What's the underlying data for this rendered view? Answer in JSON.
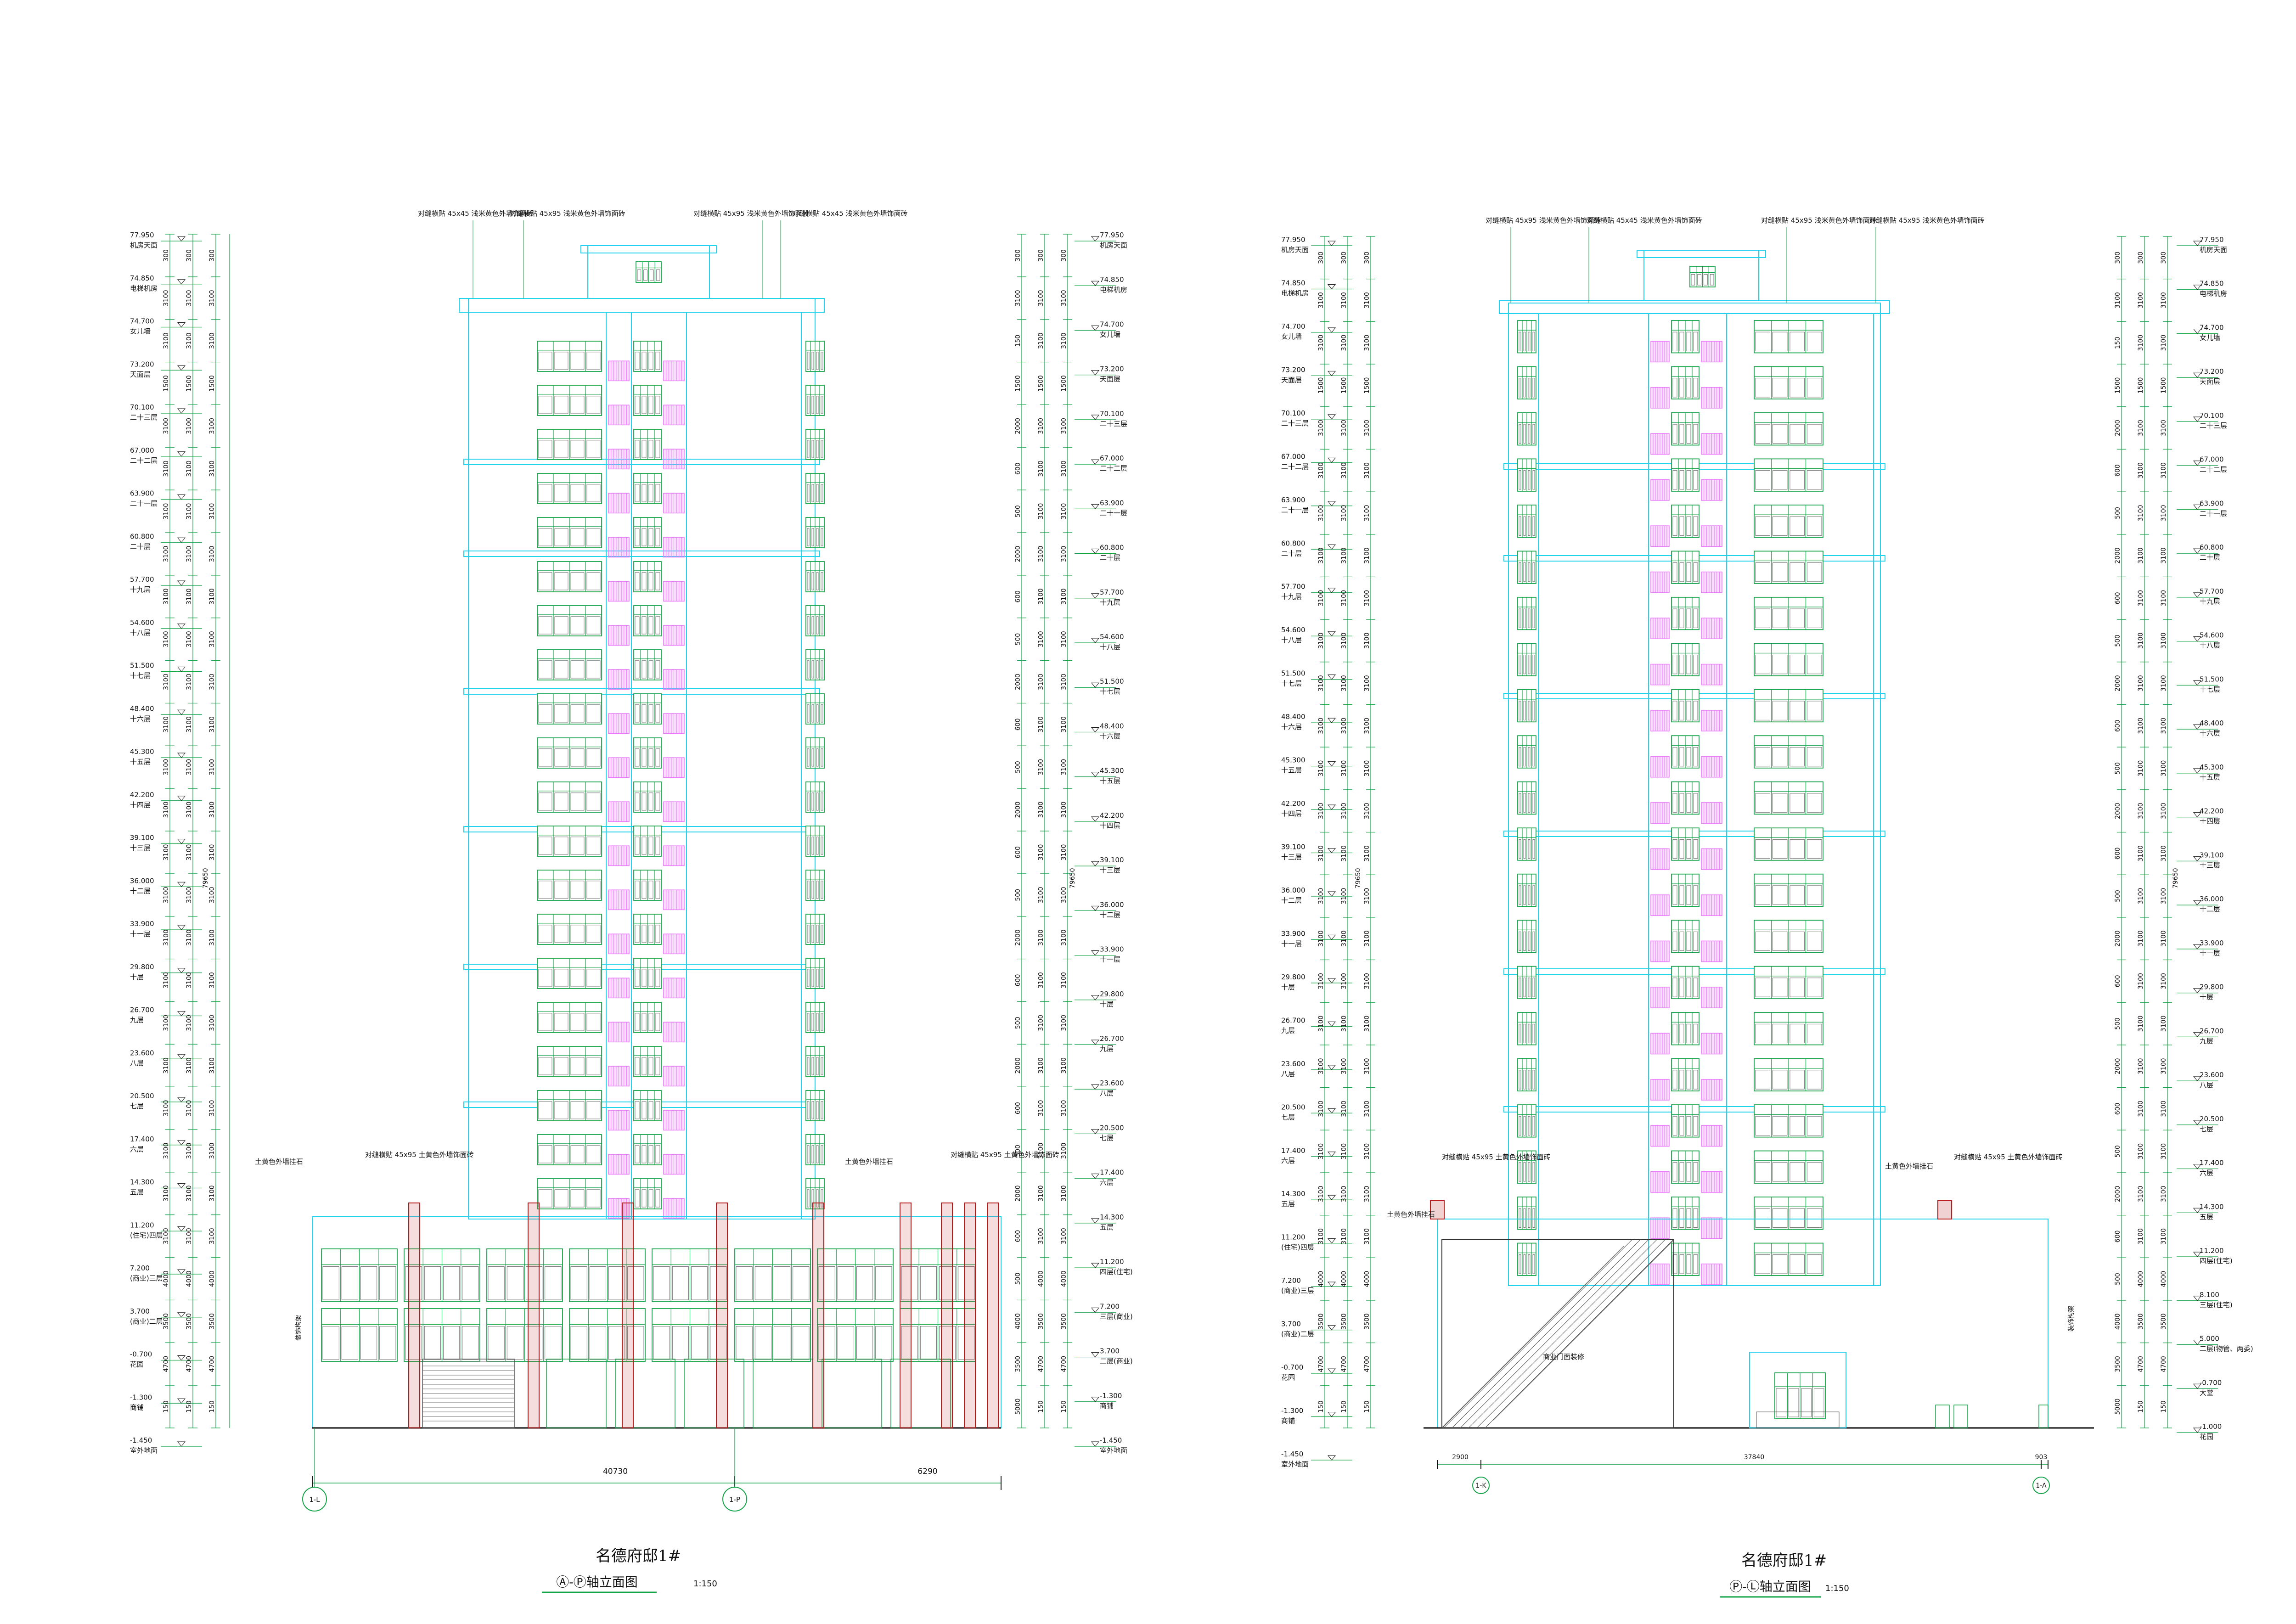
{
  "colors": {
    "structure": "#22d3ee",
    "window": "#16a34a",
    "balcony": "#e879f9",
    "dimension": "#16a34a",
    "stone": "#b91c1c",
    "text": "#111111"
  },
  "left_drawing": {
    "title": "名德府邸1#",
    "subtitle": "Ⓐ-Ⓟ轴立面图",
    "scale": "1:150",
    "axis_start": "1-L",
    "axis_end": "1-P",
    "dim_a": "40730",
    "dim_b": "6290",
    "total_height": "79650",
    "annotations": [
      "对缝横贴 45x45 浅米黄色外墙饰面砖",
      "对缝横贴 45x95 浅米黄色外墙饰面砖",
      "对缝横贴 45x95 浅米黄色外墙饰面砖",
      "对缝横贴 45x45 浅米黄色外墙饰面砖"
    ],
    "low_annotations": [
      "土黄色外墙挂石",
      "对缝横贴 45x95 土黄色外墙饰面砖",
      "土黄色外墙挂石",
      "对缝横贴 45x95 土黄色外墙饰面砖"
    ],
    "small_label": "装饰构架"
  },
  "right_drawing": {
    "title": "名德府邸1#",
    "subtitle": "Ⓟ-Ⓛ轴立面图",
    "scale": "1:150",
    "axis_start": "1-K",
    "axis_end": "1-A",
    "dim_a": "2900",
    "dim_b": "37840",
    "dim_c": "903",
    "total_height": "79650",
    "annotations": [
      "对缝横贴 45x95 浅米黄色外墙饰面砖",
      "对缝横贴 45x45 浅米黄色外墙饰面砖",
      "对缝横贴 45x95 浅米黄色外墙饰面砖",
      "对缝横贴 45x95 浅米黄色外墙饰面砖"
    ],
    "low_annotations": [
      "土黄色外墙挂石",
      "对缝横贴 45x95 土黄色外墙饰面砖",
      "土黄色外墙挂石",
      "对缝横贴 45x95 土黄色外墙饰面砖"
    ],
    "hatch_label": "商业门面装修",
    "small_label": "装饰构架"
  },
  "levels_left": [
    {
      "elev": "77.950",
      "name": "机房天面"
    },
    {
      "elev": "74.850",
      "name": "电梯机房"
    },
    {
      "elev": "74.700",
      "name": "女儿墙"
    },
    {
      "elev": "73.200",
      "name": "天面层"
    },
    {
      "elev": "70.100",
      "name": "二十三层"
    },
    {
      "elev": "67.000",
      "name": "二十二层"
    },
    {
      "elev": "63.900",
      "name": "二十一层"
    },
    {
      "elev": "60.800",
      "name": "二十层"
    },
    {
      "elev": "57.700",
      "name": "十九层"
    },
    {
      "elev": "54.600",
      "name": "十八层"
    },
    {
      "elev": "51.500",
      "name": "十七层"
    },
    {
      "elev": "48.400",
      "name": "十六层"
    },
    {
      "elev": "45.300",
      "name": "十五层"
    },
    {
      "elev": "42.200",
      "name": "十四层"
    },
    {
      "elev": "39.100",
      "name": "十三层"
    },
    {
      "elev": "36.000",
      "name": "十二层"
    },
    {
      "elev": "33.900",
      "name": "十一层"
    },
    {
      "elev": "29.800",
      "name": "十层"
    },
    {
      "elev": "26.700",
      "name": "九层"
    },
    {
      "elev": "23.600",
      "name": "八层"
    },
    {
      "elev": "20.500",
      "name": "七层"
    },
    {
      "elev": "17.400",
      "name": "六层"
    },
    {
      "elev": "14.300",
      "name": "五层"
    },
    {
      "elev": "11.200",
      "name": "(住宅)四层"
    },
    {
      "elev": "7.200",
      "name": "(商业)三层"
    },
    {
      "elev": "3.700",
      "name": "(商业)二层"
    },
    {
      "elev": "-0.700",
      "name": "花园"
    },
    {
      "elev": "-1.300",
      "name": "商铺"
    },
    {
      "elev": "-1.450",
      "name": "室外地面"
    }
  ],
  "levels_left_b": [
    {
      "elev": "77.950",
      "name": "机房天面"
    },
    {
      "elev": "74.850",
      "name": "电梯机房"
    },
    {
      "elev": "74.700",
      "name": "女儿墙"
    },
    {
      "elev": "73.200",
      "name": "天面层"
    },
    {
      "elev": "70.100",
      "name": "二十三层"
    },
    {
      "elev": "67.000",
      "name": "二十二层"
    },
    {
      "elev": "63.900",
      "name": "二十一层"
    },
    {
      "elev": "60.800",
      "name": "二十层"
    },
    {
      "elev": "57.700",
      "name": "十九层"
    },
    {
      "elev": "54.600",
      "name": "十八层"
    },
    {
      "elev": "51.500",
      "name": "十七层"
    },
    {
      "elev": "48.400",
      "name": "十六层"
    },
    {
      "elev": "45.300",
      "name": "十五层"
    },
    {
      "elev": "42.200",
      "name": "十四层"
    },
    {
      "elev": "39.100",
      "name": "十三层"
    },
    {
      "elev": "36.000",
      "name": "十二层"
    },
    {
      "elev": "33.900",
      "name": "十一层"
    },
    {
      "elev": "29.800",
      "name": "十层"
    },
    {
      "elev": "26.700",
      "name": "九层"
    },
    {
      "elev": "23.600",
      "name": "八层"
    },
    {
      "elev": "20.500",
      "name": "七层"
    },
    {
      "elev": "17.400",
      "name": "六层"
    },
    {
      "elev": "14.300",
      "name": "五层"
    },
    {
      "elev": "11.200",
      "name": "四层(住宅)"
    },
    {
      "elev": "7.200",
      "name": "三层(商业)"
    },
    {
      "elev": "3.700",
      "name": "二层(商业)"
    },
    {
      "elev": "-1.300",
      "name": "商铺"
    },
    {
      "elev": "-1.450",
      "name": "室外地面"
    }
  ],
  "levels_right_b": [
    {
      "elev": "77.950",
      "name": "机房天面"
    },
    {
      "elev": "74.850",
      "name": "电梯机房"
    },
    {
      "elev": "74.700",
      "name": "女儿墙"
    },
    {
      "elev": "73.200",
      "name": "天面层"
    },
    {
      "elev": "70.100",
      "name": "二十三层"
    },
    {
      "elev": "67.000",
      "name": "二十二层"
    },
    {
      "elev": "63.900",
      "name": "二十一层"
    },
    {
      "elev": "60.800",
      "name": "二十层"
    },
    {
      "elev": "57.700",
      "name": "十九层"
    },
    {
      "elev": "54.600",
      "name": "十八层"
    },
    {
      "elev": "51.500",
      "name": "十七层"
    },
    {
      "elev": "48.400",
      "name": "十六层"
    },
    {
      "elev": "45.300",
      "name": "十五层"
    },
    {
      "elev": "42.200",
      "name": "十四层"
    },
    {
      "elev": "39.100",
      "name": "十三层"
    },
    {
      "elev": "36.000",
      "name": "十二层"
    },
    {
      "elev": "33.900",
      "name": "十一层"
    },
    {
      "elev": "29.800",
      "name": "十层"
    },
    {
      "elev": "26.700",
      "name": "九层"
    },
    {
      "elev": "23.600",
      "name": "八层"
    },
    {
      "elev": "20.500",
      "name": "七层"
    },
    {
      "elev": "17.400",
      "name": "六层"
    },
    {
      "elev": "14.300",
      "name": "五层"
    },
    {
      "elev": "11.200",
      "name": "四层(住宅)"
    },
    {
      "elev": "8.100",
      "name": "三层(住宅)"
    },
    {
      "elev": "5.000",
      "name": "二层(物管、两委)"
    },
    {
      "elev": "-0.700",
      "name": "大堂"
    },
    {
      "elev": "-1.000",
      "name": "花园"
    }
  ],
  "dim_values_a": [
    "300",
    "3100",
    "3100",
    "1500",
    "3100",
    "3100",
    "3100",
    "3100",
    "3100",
    "3100",
    "3100",
    "3100",
    "3100",
    "3100",
    "3100",
    "3100",
    "3100",
    "3100",
    "3100",
    "3100",
    "3100",
    "3100",
    "3100",
    "3100",
    "4000",
    "3500",
    "4700",
    "150"
  ],
  "dim_values_b": [
    "300",
    "3100",
    "150",
    "1500",
    "2000",
    "600",
    "500",
    "2000",
    "600",
    "500",
    "2000",
    "600",
    "500",
    "2000",
    "600",
    "500",
    "2000",
    "600",
    "500",
    "2000",
    "600",
    "500",
    "2000",
    "600",
    "500",
    "4000",
    "3500",
    "5000"
  ]
}
